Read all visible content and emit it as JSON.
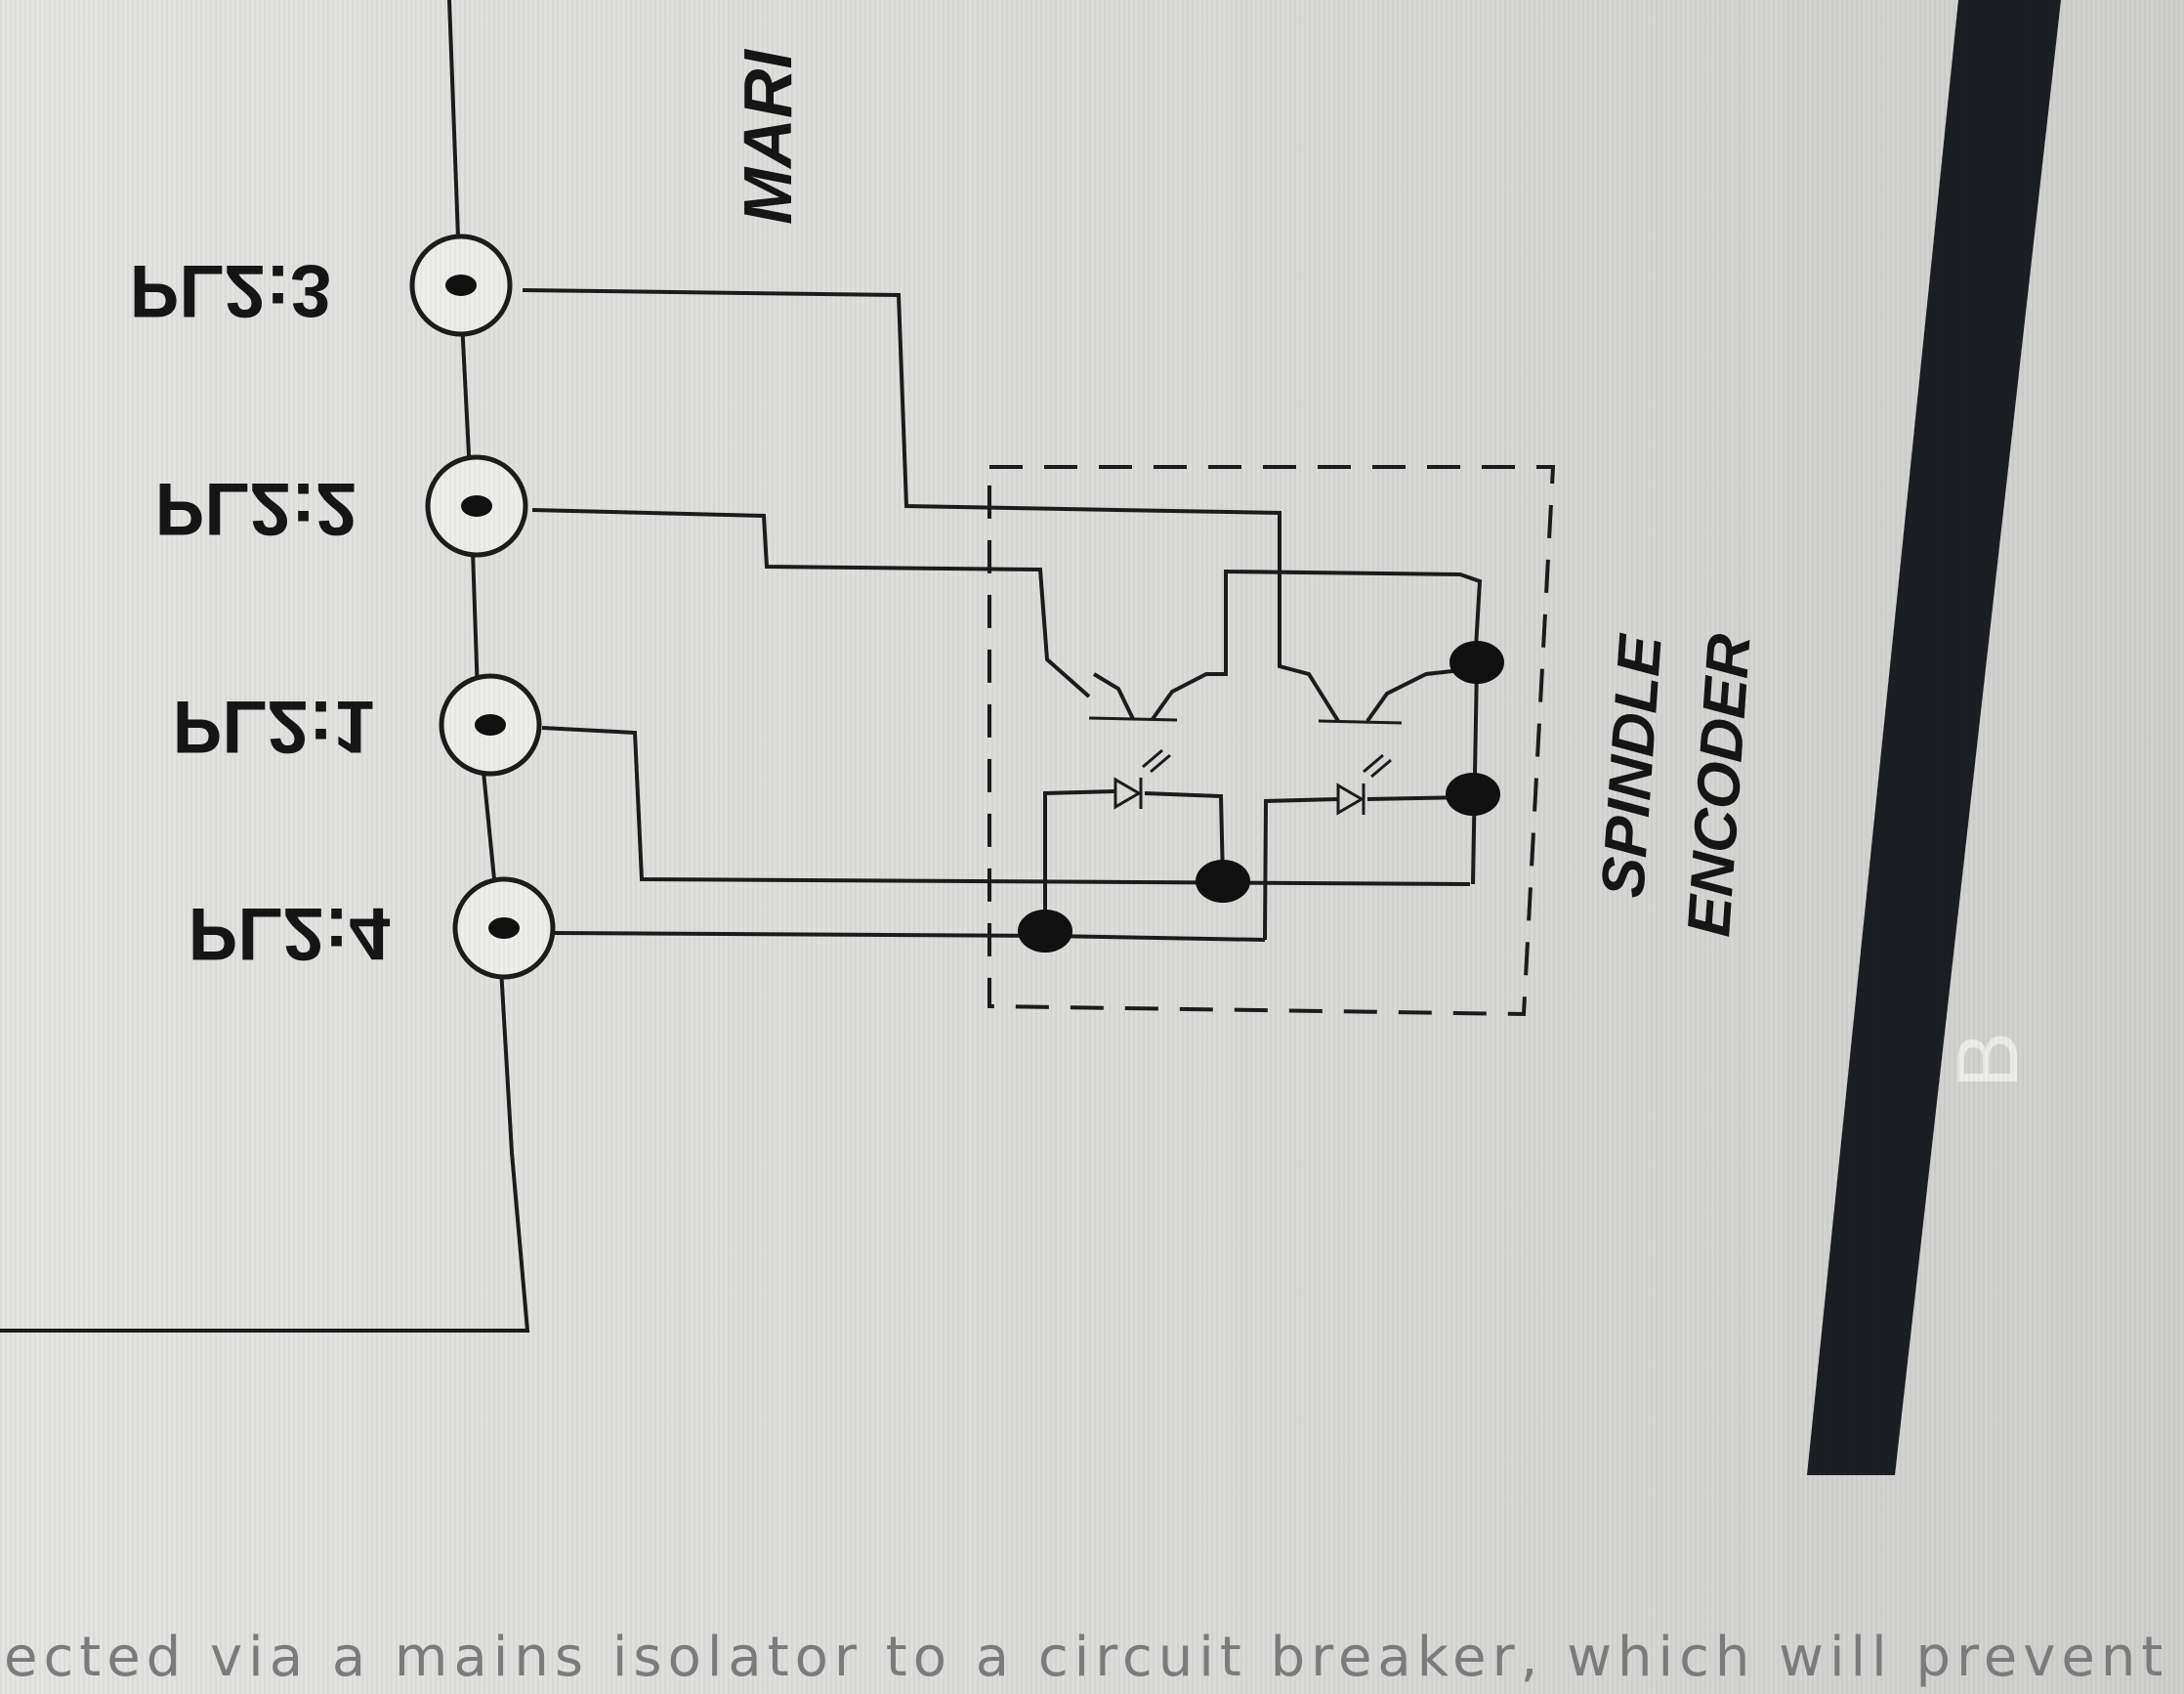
{
  "diagram": {
    "terminals": [
      {
        "id": "pl2_3",
        "label": "PL2:3"
      },
      {
        "id": "pl2_2",
        "label": "PL2:2"
      },
      {
        "id": "pl2_1",
        "label": "PL2:1"
      },
      {
        "id": "pl2_4",
        "label": "PL2:4"
      }
    ],
    "encoder_label_line1": "SPINDLE",
    "encoder_label_line2": "ENCODER",
    "cut_label": "MARI",
    "panel_marker": "B"
  },
  "caption": "ected via a mains isolator to a circuit breaker, which will prevent damag"
}
